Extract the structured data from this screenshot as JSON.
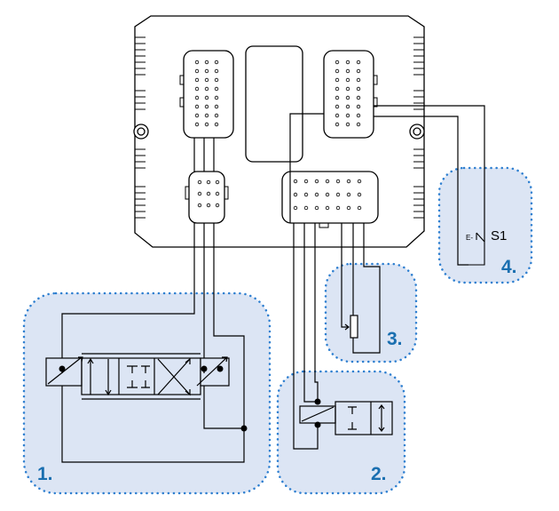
{
  "groups": [
    {
      "id": "group-1",
      "label": "1."
    },
    {
      "id": "group-2",
      "label": "2."
    },
    {
      "id": "group-3",
      "label": "3."
    },
    {
      "id": "group-4",
      "label": "4."
    }
  ],
  "switch": {
    "label": "S1",
    "prefix": "E-"
  },
  "colors": {
    "group_fill": "#dce5f4",
    "group_border": "#2e7fd0",
    "label": "#1a6fb0",
    "line": "#000000"
  }
}
